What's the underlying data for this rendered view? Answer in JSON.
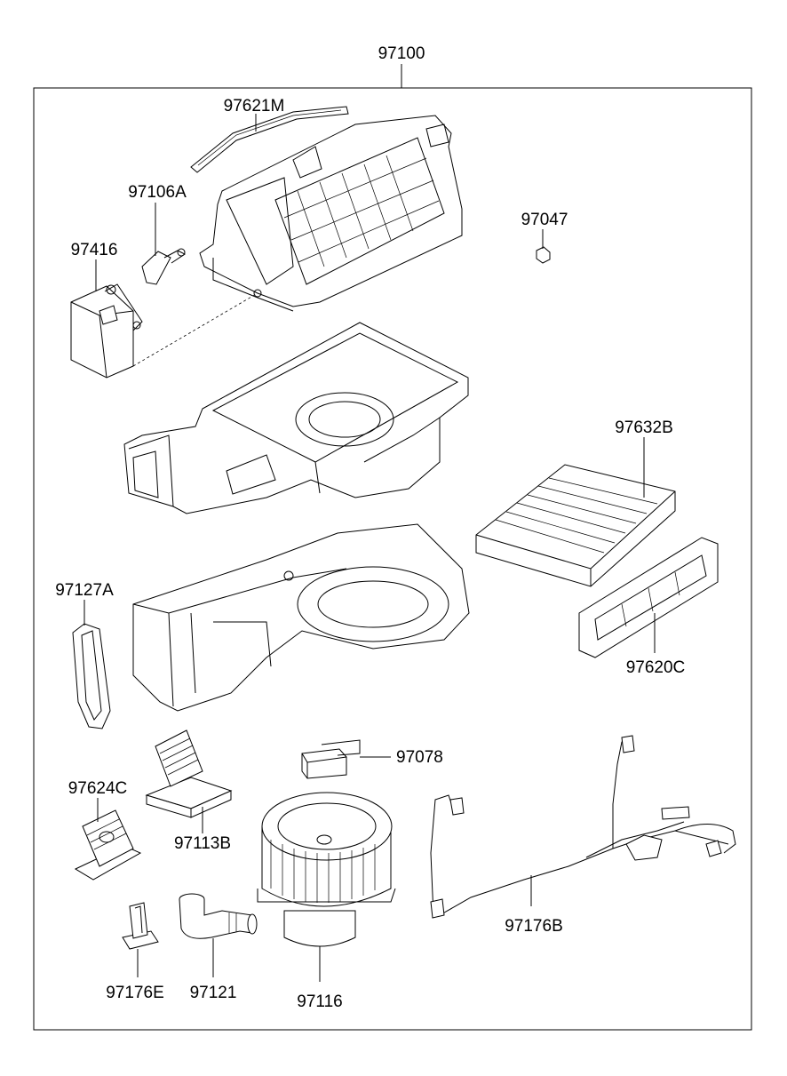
{
  "diagram": {
    "assembly_label": "97100",
    "parts": [
      {
        "id": "97621M"
      },
      {
        "id": "97106A"
      },
      {
        "id": "97416"
      },
      {
        "id": "97047"
      },
      {
        "id": "97632B"
      },
      {
        "id": "97127A"
      },
      {
        "id": "97620C"
      },
      {
        "id": "97078"
      },
      {
        "id": "97624C"
      },
      {
        "id": "97113B"
      },
      {
        "id": "97176B"
      },
      {
        "id": "97176E"
      },
      {
        "id": "97121"
      },
      {
        "id": "97116"
      }
    ]
  }
}
